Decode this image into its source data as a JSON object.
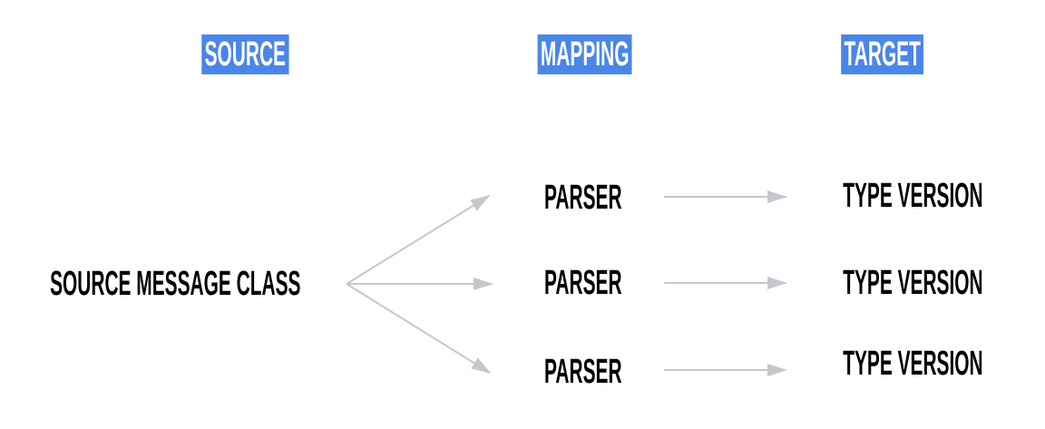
{
  "diagram": {
    "columns": [
      {
        "label": "SOURCE"
      },
      {
        "label": "MAPPING"
      },
      {
        "label": "TARGET"
      }
    ],
    "source": {
      "label": "SOURCE MESSAGE CLASS"
    },
    "mappers": [
      {
        "label": "PARSER"
      },
      {
        "label": "PARSER"
      },
      {
        "label": "PARSER"
      }
    ],
    "targets": [
      {
        "label": "TYPE VERSION"
      },
      {
        "label": "TYPE VERSION"
      },
      {
        "label": "TYPE VERSION"
      }
    ],
    "colors": {
      "header_bg": "#4a86e8",
      "header_text": "#ffffff",
      "node_text": "#000000",
      "arrow": "#c4c8cd",
      "background": "#ffffff"
    }
  }
}
